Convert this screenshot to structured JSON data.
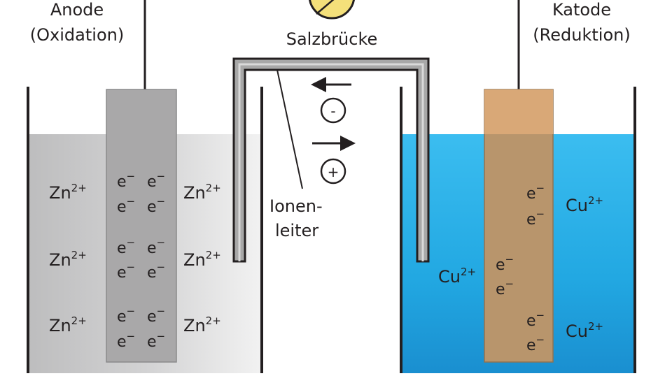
{
  "labels": {
    "anode": "Anode",
    "oxidation": "(Oxidation)",
    "cathode": "Katode",
    "reduction": "(Reduktion)",
    "salt_bridge": "Salzbrücke",
    "ion_conductor_1": "Ionen-",
    "ion_conductor_2": "leiter"
  },
  "symbols": {
    "zinc_ion": "Zn",
    "copper_ion": "Cu",
    "ion_charge": "2+",
    "electron": "e",
    "electron_charge": "−",
    "anion": "-",
    "cation": "+"
  },
  "colors": {
    "anode_solution": "#c8c8c9",
    "anode_electrode": "#a9a8a9",
    "cathode_solution": "#34b5e8",
    "cathode_electrode": "#b8956c",
    "cathode_electrode_top": "#d9a877",
    "salt_bridge": "#a8a8a8",
    "meter": "#f4e07a",
    "outline": "#231f20"
  }
}
